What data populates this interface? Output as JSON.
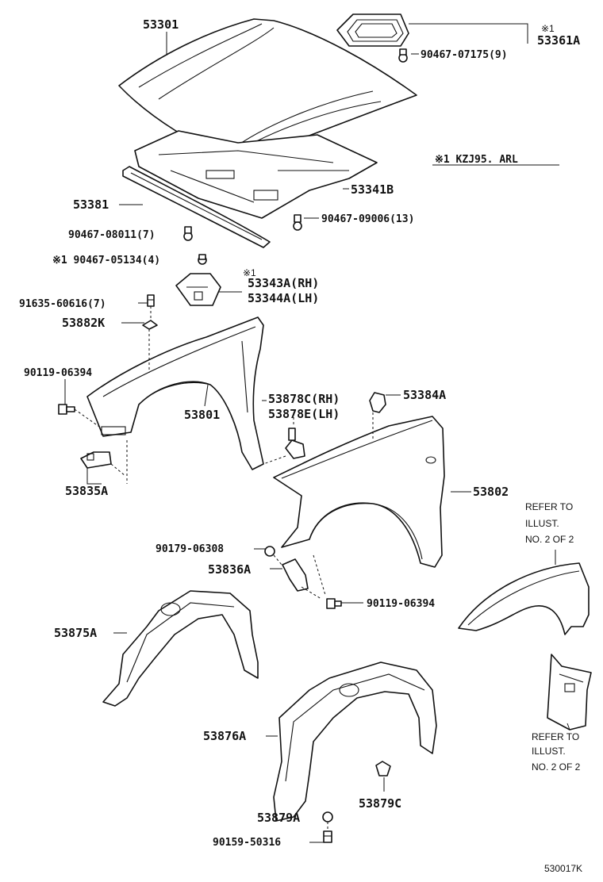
{
  "labels": {
    "p53301": "53301",
    "p53361A": "53361A",
    "note_mark_top": "※1",
    "p90467_07175": "90467-07175(9)",
    "note_kzj": "※1 KZJ95.  ARL",
    "p53341B": "53341B",
    "p53381": "53381",
    "p90467_09006": "90467-09006(13)",
    "p90467_08011": "90467-08011(7)",
    "p90467_05134": "※1 90467-05134(4)",
    "note_mark_bracket": "※1",
    "p53343A": "53343A(RH)",
    "p53344A": "53344A(LH)",
    "p91635": "91635-60616(7)",
    "p53882K": "53882K",
    "p90119_a": "90119-06394",
    "p53878C": "53878C(RH)",
    "p53878E": "53878E(LH)",
    "p53384A": "53384A",
    "p53801": "53801",
    "p53835A": "53835A",
    "p53802": "53802",
    "refer1_l1": "REFER TO",
    "refer1_l2": "ILLUST.",
    "refer1_l3": "NO. 2 OF 2",
    "p90179": "90179-06308",
    "p53836A": "53836A",
    "p90119_b": "90119-06394",
    "p53875A": "53875A",
    "p53876A": "53876A",
    "refer2_l1": "REFER TO",
    "refer2_l2": "ILLUST.",
    "refer2_l3": "NO. 2 OF 2",
    "p53879C": "53879C",
    "p53879A": "53879A",
    "p90159": "90159-50316",
    "diagram_id": "530017K"
  }
}
